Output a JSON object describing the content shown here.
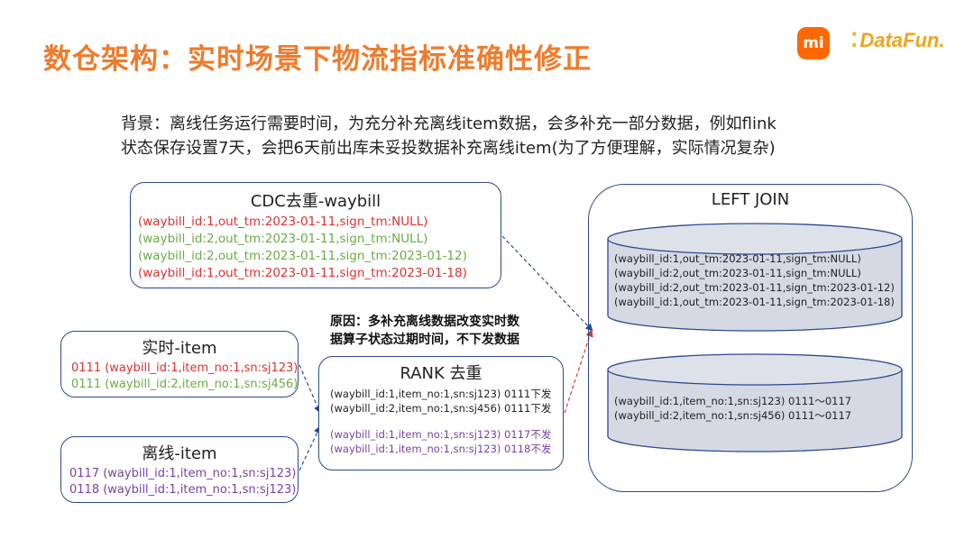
{
  "header": {
    "title": "数仓架构：实时场景下物流指标准确性修正",
    "logo_mi": "mi",
    "logo_datafun": "DataFun."
  },
  "background": {
    "line1": "背景：离线任务运行需要时间，为充分补充离线item数据，会多补充一部分数据，例如flink",
    "line2": "状态保存设置7天，会把6天前出库未妥投数据补充离线item(为了方便理解，实际情况复杂)"
  },
  "cdc_box": {
    "title": "CDC去重-waybill",
    "rows": [
      "(waybill_id:1,out_tm:2023-01-11,sign_tm:NULL)",
      "(waybill_id:2,out_tm:2023-01-11,sign_tm:NULL)",
      "(waybill_id:2,out_tm:2023-01-11,sign_tm:2023-01-12)",
      "(waybill_id:1,out_tm:2023-01-11,sign_tm:2023-01-18)"
    ]
  },
  "realtime_box": {
    "title": "实时-item",
    "rows": [
      "0111 (waybill_id:1,item_no:1,sn:sj123)",
      "0111 (waybill_id:2,item_no:1,sn:sj456)"
    ]
  },
  "offline_box": {
    "title": "离线-item",
    "rows": [
      "0117 (waybill_id:1,item_no:1,sn:sj123)",
      "0118 (waybill_id:1,item_no:1,sn:sj123)"
    ]
  },
  "cause": {
    "line1": "原因：多补充离线数据改变实时数",
    "line2": "据算子状态过期时间，不下发数据"
  },
  "rank_box": {
    "title": "RANK 去重",
    "rows": [
      "(waybill_id:1,item_no:1,sn:sj123) 0111下发",
      "(waybill_id:2,item_no:1,sn:sj456) 0111下发",
      "(waybill_id:1,item_no:1,sn:sj123) 0117不发",
      "(waybill_id:1,item_no:1,sn:sj123) 0118不发"
    ]
  },
  "join_box": {
    "title": "LEFT JOIN",
    "top_rows": [
      "(waybill_id:1,out_tm:2023-01-11,sign_tm:NULL)",
      "(waybill_id:2,out_tm:2023-01-11,sign_tm:NULL)",
      "(waybill_id:2,out_tm:2023-01-11,sign_tm:2023-01-12)",
      "(waybill_id:1,out_tm:2023-01-11,sign_tm:2023-01-18)"
    ],
    "bottom_rows": [
      "(waybill_id:1,item_no:1,sn:sj123)  0111～0117",
      "(waybill_id:2,item_no:1,sn:sj456)  0111～0117"
    ]
  },
  "colors": {
    "title": "#ef7b2c",
    "red": "#e03131",
    "green": "#6aac44",
    "purple": "#7b3fa8",
    "border": "#2c4a8c",
    "cylinder_fill": "#d4d9e4"
  }
}
